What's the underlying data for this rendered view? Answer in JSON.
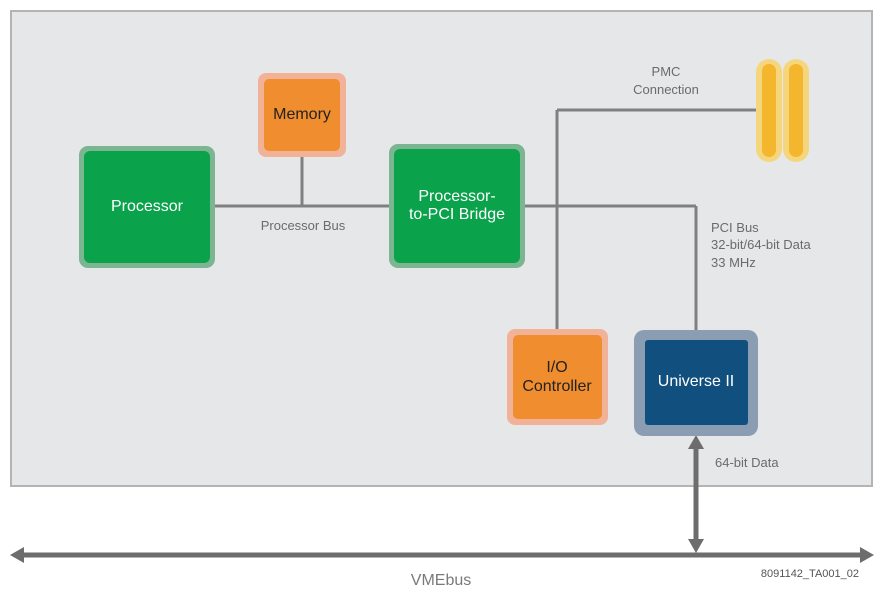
{
  "colors": {
    "board_fill": "#e6e7e9",
    "board_border": "#b4b4b4",
    "line": "#808080",
    "green_fill": "#0aa24a",
    "green_border": "#7bb592",
    "orange_fill": "#ef8d2f",
    "orange_border": "#f1b298",
    "blue_fill": "#114f7e",
    "blue_border": "#8b9db3",
    "connector_fill": "#f4b62c",
    "connector_border": "#f6d67c",
    "box_text_light": "#ffffff",
    "box_text_dark": "#222222"
  },
  "blocks": {
    "processor": "Processor",
    "memory": "Memory",
    "bridge_line1": "Processor-",
    "bridge_line2": "to-PCI Bridge",
    "io_line1": "I/O",
    "io_line2": "Controller",
    "universe": "Universe II"
  },
  "labels": {
    "pmc_line1": "PMC",
    "pmc_line2": "Connection",
    "processor_bus": "Processor Bus",
    "pci_line1": "PCI Bus",
    "pci_line2": "32-bit/64-bit Data",
    "pci_line3": "33 MHz",
    "data_64": "64-bit Data",
    "vmebus": "VMEbus",
    "figure_id": "8091142_TA001_02"
  }
}
